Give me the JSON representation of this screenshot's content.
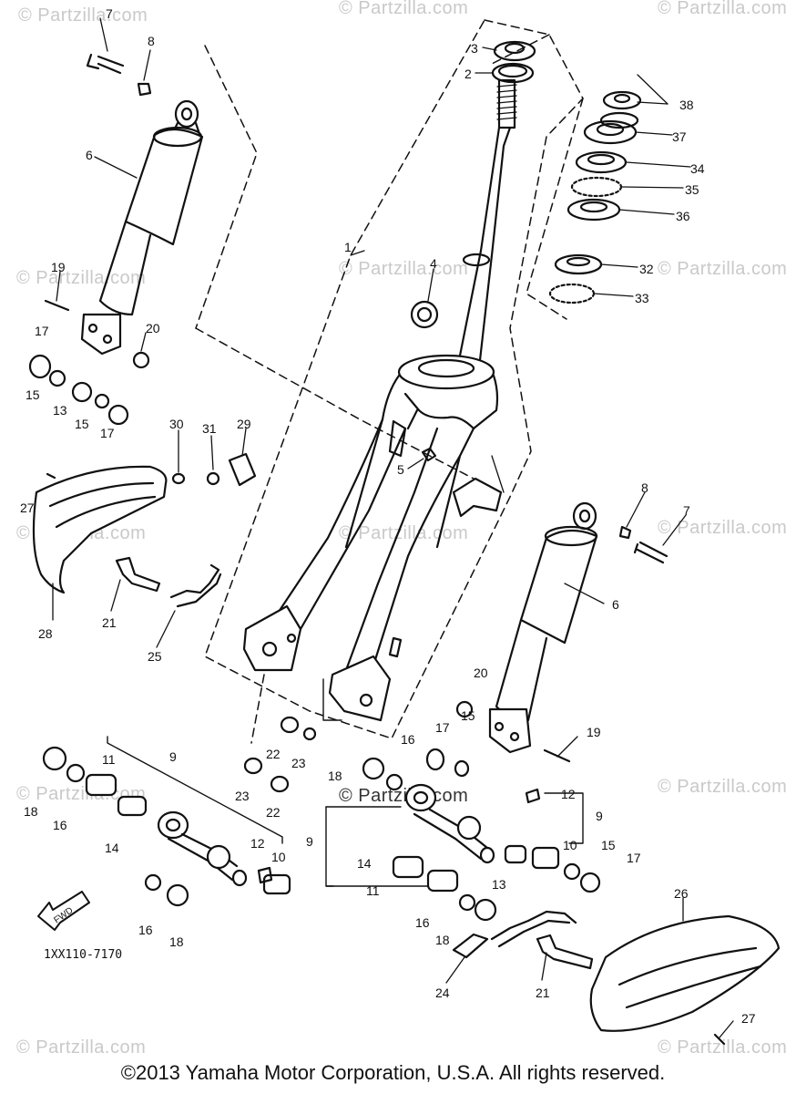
{
  "watermarks": [
    "© Partzilla.com",
    "© Partzilla.com",
    "© Partzilla.com",
    "© Partzilla.com",
    "© Partzilla.com",
    "© Partzilla.com",
    "© Partzilla.com",
    "© Partzilla.com",
    "© Partzilla.com",
    "© Partzilla.com",
    "© Partzilla.com",
    "© Partzilla.com",
    "© Partzilla.com",
    "© Partzilla.com"
  ],
  "diagram_code": "1XX110-7170",
  "direction_arrow": "FWD",
  "copyright": "©2013 Yamaha Motor Corporation, U.S.A. All rights reserved.",
  "callouts": {
    "c1": "1",
    "c2": "2",
    "c3": "3",
    "c4": "4",
    "c5": "5",
    "c6a": "6",
    "c6b": "6",
    "c7a": "7",
    "c7b": "7",
    "c8a": "8",
    "c8b": "8",
    "c9a": "9",
    "c9b": "9",
    "c9c": "9",
    "c10a": "10",
    "c10b": "10",
    "c11a": "11",
    "c11b": "11",
    "c12a": "12",
    "c12b": "12",
    "c13a": "13",
    "c13b": "13",
    "c14a": "14",
    "c14b": "14",
    "c15a": "15",
    "c15b": "15",
    "c15c": "15",
    "c15d": "15",
    "c16a": "16",
    "c16b": "16",
    "c16c": "16",
    "c16d": "16",
    "c17a": "17",
    "c17b": "17",
    "c17c": "17",
    "c17d": "17",
    "c18a": "18",
    "c18b": "18",
    "c18c": "18",
    "c18d": "18",
    "c19a": "19",
    "c19b": "19",
    "c20a": "20",
    "c20b": "20",
    "c21a": "21",
    "c21b": "21",
    "c22a": "22",
    "c22b": "22",
    "c23a": "23",
    "c23b": "23",
    "c24": "24",
    "c25": "25",
    "c26": "26",
    "c27a": "27",
    "c27b": "27",
    "c28": "28",
    "c29": "29",
    "c30": "30",
    "c31": "31",
    "c32": "32",
    "c33": "33",
    "c34": "34",
    "c35": "35",
    "c36": "36",
    "c37": "37",
    "c38": "38"
  }
}
